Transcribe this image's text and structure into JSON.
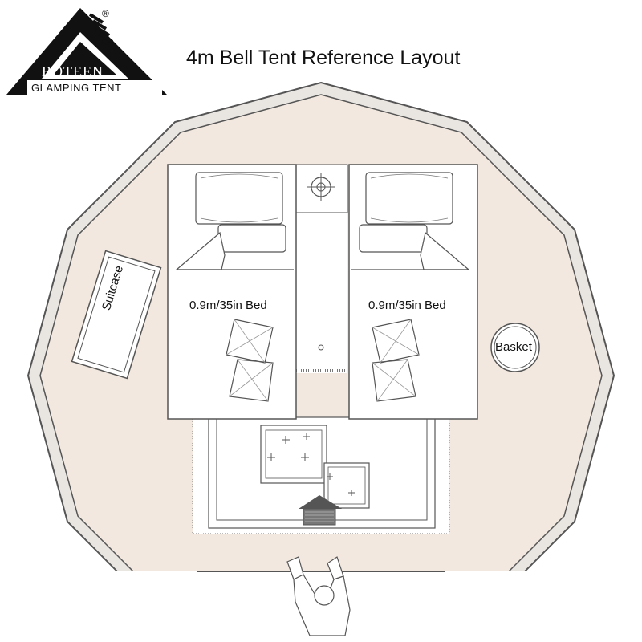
{
  "title": "4m Bell Tent Reference Layout",
  "logo": {
    "brand": "BOTEEN",
    "tagline": "GLAMPING TENT",
    "registered": "®"
  },
  "labels": {
    "bed_left": "0.9m/35in Bed",
    "bed_right": "0.9m/35in Bed",
    "suitcase": "Suitcase",
    "basket": "Basket"
  },
  "colors": {
    "floor": "#f2e8df",
    "outline": "#555555",
    "logo_black": "#111111"
  }
}
